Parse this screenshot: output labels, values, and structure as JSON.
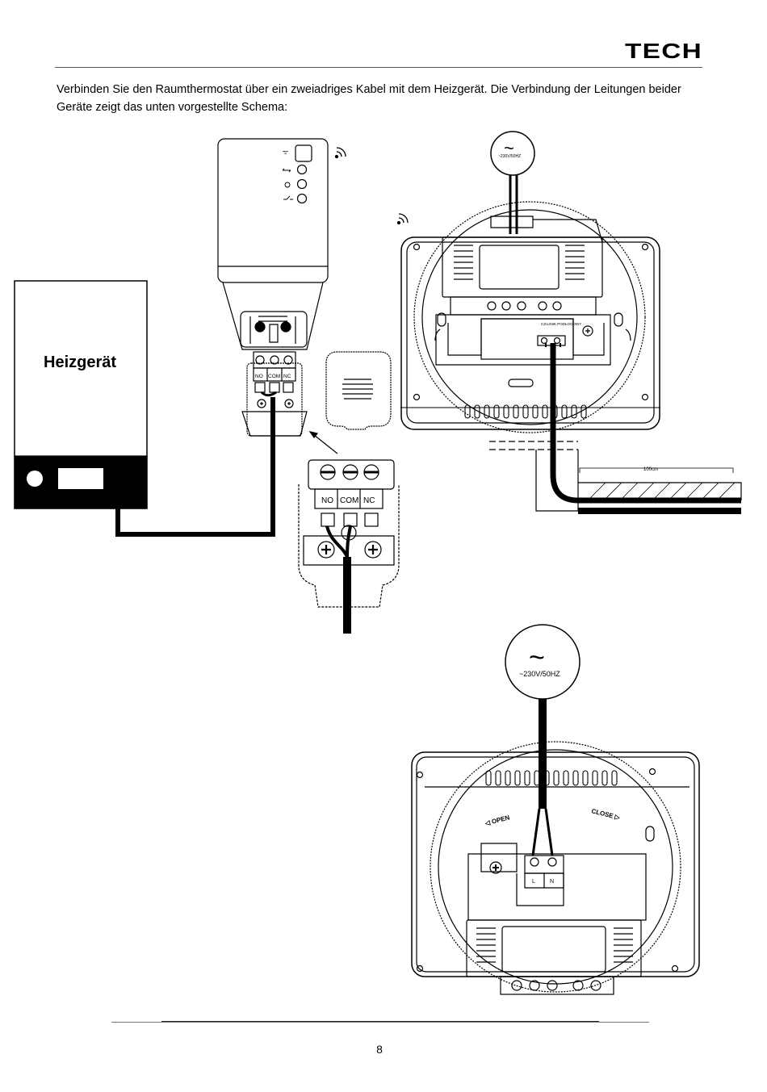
{
  "brand": {
    "logo_text": "TECH"
  },
  "intro": {
    "line1": "Verbinden Sie den Raumthermostat  über ein zweiadriges Kabel mit dem Heizgerät. Die Verbindung der Leitungen beider",
    "line2": "Geräte zeigt das unten vorgestellte Schema:"
  },
  "diagram": {
    "boiler_label": "Heizgerät",
    "terminal_small": {
      "no": "NO",
      "com": "COM",
      "nc": "NC"
    },
    "terminal_large": {
      "no": "NO",
      "com": "COM",
      "nc": "NC"
    },
    "supply_top": {
      "symbol": "~",
      "label": "~230V/50HZ"
    },
    "supply_bottom": {
      "symbol": "~",
      "label": "~230V/50HZ"
    },
    "floor_sensor_label": "CZUJNIK PODŁOGOWY",
    "distance_label": "100cm",
    "valve_open": "◁ OPEN",
    "valve_close": "CLOSE ▷",
    "terminal_l": "L",
    "terminal_n": "N"
  },
  "footer": {
    "page_number": "8"
  }
}
